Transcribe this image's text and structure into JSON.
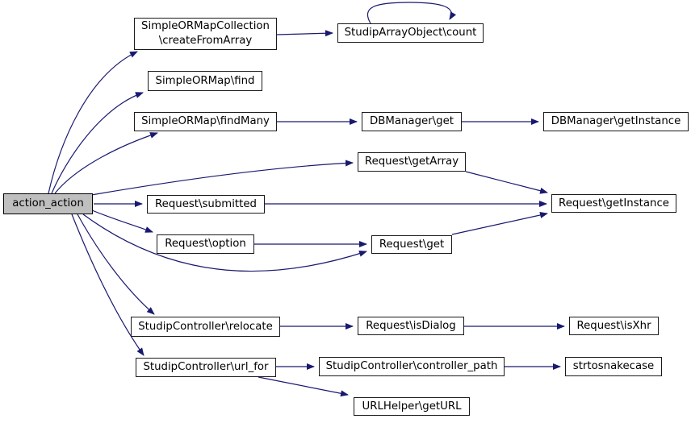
{
  "diagram": {
    "kind": "doxygen-call-graph",
    "background": "#ffffff",
    "edge_color": "#191970",
    "node_fill": "#ffffff",
    "node_border_color": "#1a1a1a",
    "highlight_node_fill": "#bfbfbf"
  },
  "nodes": [
    {
      "id": "action_action",
      "label": "action_action",
      "highlighted": true
    },
    {
      "id": "createFromArray",
      "label": "SimpleORMapCollection\n\\createFromArray",
      "highlighted": false
    },
    {
      "id": "count",
      "label": "StudipArrayObject\\count",
      "highlighted": false
    },
    {
      "id": "find",
      "label": "SimpleORMap\\find",
      "highlighted": false
    },
    {
      "id": "findMany",
      "label": "SimpleORMap\\findMany",
      "highlighted": false
    },
    {
      "id": "dbget",
      "label": "DBManager\\get",
      "highlighted": false
    },
    {
      "id": "dbgetInstance",
      "label": "DBManager\\getInstance",
      "highlighted": false
    },
    {
      "id": "getArray",
      "label": "Request\\getArray",
      "highlighted": false
    },
    {
      "id": "submitted",
      "label": "Request\\submitted",
      "highlighted": false
    },
    {
      "id": "getInstance",
      "label": "Request\\getInstance",
      "highlighted": false
    },
    {
      "id": "option",
      "label": "Request\\option",
      "highlighted": false
    },
    {
      "id": "get",
      "label": "Request\\get",
      "highlighted": false
    },
    {
      "id": "relocate",
      "label": "StudipController\\relocate",
      "highlighted": false
    },
    {
      "id": "isDialog",
      "label": "Request\\isDialog",
      "highlighted": false
    },
    {
      "id": "isXhr",
      "label": "Request\\isXhr",
      "highlighted": false
    },
    {
      "id": "url_for",
      "label": "StudipController\\url_for",
      "highlighted": false
    },
    {
      "id": "controller_path",
      "label": "StudipController\\controller_path",
      "highlighted": false
    },
    {
      "id": "strtosnakecase",
      "label": "strtosnakecase",
      "highlighted": false
    },
    {
      "id": "getURL",
      "label": "URLHelper\\getURL",
      "highlighted": false
    }
  ],
  "edges": [
    {
      "from": "action_action",
      "to": "createFromArray"
    },
    {
      "from": "action_action",
      "to": "find"
    },
    {
      "from": "action_action",
      "to": "findMany"
    },
    {
      "from": "action_action",
      "to": "getArray"
    },
    {
      "from": "action_action",
      "to": "submitted"
    },
    {
      "from": "action_action",
      "to": "option"
    },
    {
      "from": "action_action",
      "to": "get"
    },
    {
      "from": "action_action",
      "to": "relocate"
    },
    {
      "from": "action_action",
      "to": "url_for"
    },
    {
      "from": "createFromArray",
      "to": "count"
    },
    {
      "from": "count",
      "to": "count"
    },
    {
      "from": "findMany",
      "to": "dbget"
    },
    {
      "from": "dbget",
      "to": "dbgetInstance"
    },
    {
      "from": "getArray",
      "to": "getInstance"
    },
    {
      "from": "submitted",
      "to": "getInstance"
    },
    {
      "from": "option",
      "to": "get"
    },
    {
      "from": "get",
      "to": "getInstance"
    },
    {
      "from": "relocate",
      "to": "isDialog"
    },
    {
      "from": "isDialog",
      "to": "isXhr"
    },
    {
      "from": "url_for",
      "to": "controller_path"
    },
    {
      "from": "controller_path",
      "to": "strtosnakecase"
    },
    {
      "from": "url_for",
      "to": "getURL"
    }
  ]
}
